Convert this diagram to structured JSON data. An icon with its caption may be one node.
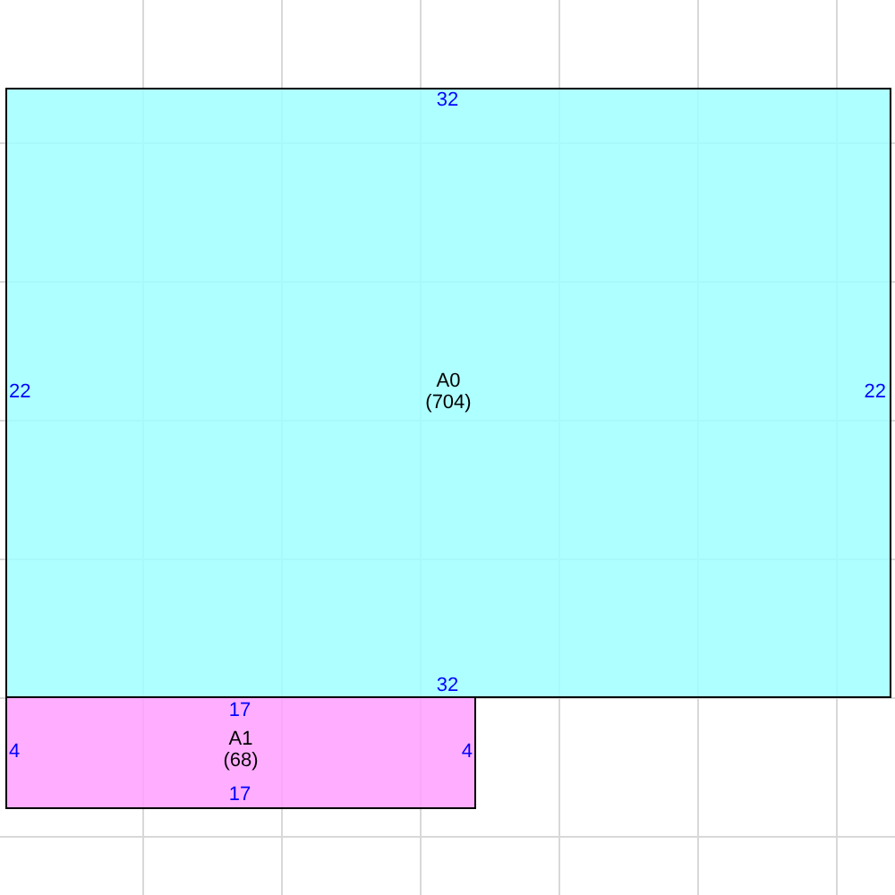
{
  "diagram": {
    "nodes": [
      {
        "text": [
          "A0",
          "(704)"
        ]
      },
      {
        "text": [
          "A1",
          "(68)"
        ]
      }
    ],
    "labels": [
      "32",
      "22",
      "22",
      "32",
      "17",
      "4",
      "4",
      "17"
    ]
  }
}
